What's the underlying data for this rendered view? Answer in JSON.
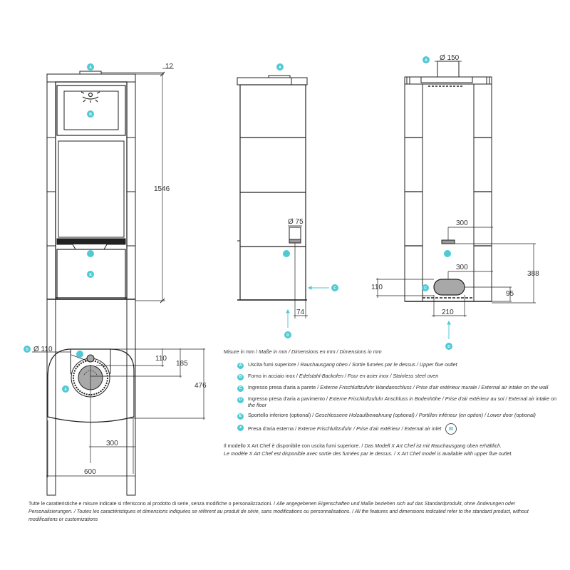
{
  "dimensions": {
    "front_view": {
      "top_offset": "12",
      "height": "1546"
    },
    "side_view": {
      "wall_intake_diameter": "Ø 75",
      "wall_offset": "74"
    },
    "rear_view": {
      "flue_diameter": "Ø 150",
      "intake_offset_upper": "300",
      "intake_offset_lower": "300",
      "intake_height": "388",
      "floor_intake_height": "110",
      "floor_intake_offset": "95",
      "floor_intake_width": "210"
    },
    "top_view": {
      "floor_intake_diameter": "Ø 110",
      "offset_110": "110",
      "offset_185": "185",
      "depth": "476",
      "center_offset": "300",
      "width": "600"
    }
  },
  "badges": {
    "A": "A",
    "B": "B",
    "C": "C",
    "D": "D",
    "E": "E",
    "inlet": "●"
  },
  "colors": {
    "accent": "#4fc9d3",
    "line": "#222222",
    "fill_gray": "#a8a8a8"
  },
  "legend": {
    "header": {
      "it": "Misure in mm / ",
      "de": "Maße in mm",
      "rest": " / Dimensions en mm / Dimensions in mm"
    },
    "items": [
      {
        "badge": "A",
        "it": "Uscita fumi superiore / ",
        "other": "Rauchausgang oben  / Sortie fumées par le dessus / Upper flue outlet"
      },
      {
        "badge": "B",
        "it": "Forno in acciaio inox / ",
        "other": "Edelstahl-Backofen / Four en acier inox / Stainless steel oven"
      },
      {
        "badge": "C",
        "it": "Ingresso presa d'aria a parete / ",
        "other": "Externe Frischluftzufuhr Wandanschluss / Prise d'air extérieur murale / External air intake on the wall"
      },
      {
        "badge": "D",
        "it": "Ingresso presa d'aria a pavimento / ",
        "other": "Externe Frischluftzufuhr Anschluss in Bodenhöhe / Prise d'air extérieur au sol  / External air intake on the floor"
      },
      {
        "badge": "E",
        "it": "Sportello inferiore (optional) / ",
        "other": "Geschlossene Holzaufbewahrung (optional) / Portillon inférieur (en option) / Lower door (optional)"
      },
      {
        "badge": "●",
        "it": "Presa d'aria esterna / ",
        "other": "Externe Frischluftzufuhr / Prise d'air extérieur / External air inlet"
      }
    ],
    "note_line1_it": "Il modello X Art Chef è disponibile con uscita fumi superiore. / ",
    "note_line1_other": "Das Modell X Art Chef ist mit Rauchausgang oben erhältlich.",
    "note_line2": "Le modèle X Art Chef est disponible avec sortie des fumées par le dessus. / X Art Chef model is available with upper flue outlet."
  },
  "footer": {
    "it": "Tutte le caratteristiche e misure indicate si riferiscono al prodotto di serie, senza modifiche o personalizzazioni. / ",
    "other": "Alle angegebenen Eigenschaften und Maße beziehen sich auf das Standardprodukt, ohne Änderungen oder Personalisierungen. / Toutes les caractéristiques et dimensions indiquées se réfèrent au produit de série, sans modifications ou personnalisations. / All the features and dimensions indicated refer to the standard product, without modifications or customizations"
  }
}
